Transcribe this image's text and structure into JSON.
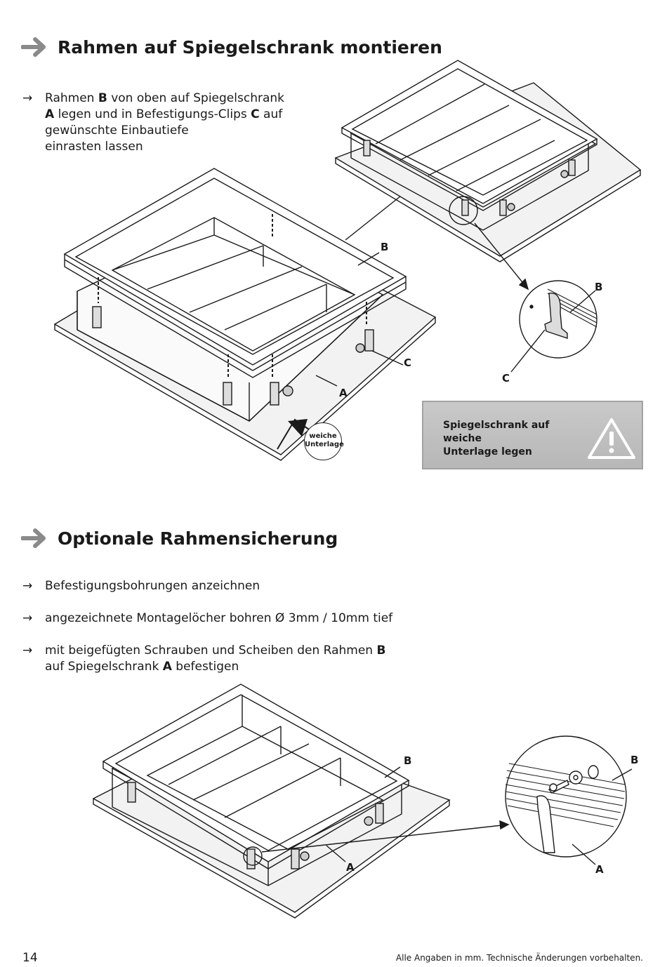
{
  "section1": {
    "title": "Rahmen auf Spiegelschrank montieren",
    "step": {
      "marker": "→",
      "t1": "Rahmen ",
      "b1": "B",
      "t2": " von oben auf Spiegelschrank",
      "b2": "A",
      "t3": " legen und in Befestigungs-Clips ",
      "b3": "C",
      "t4": " auf",
      "t5": "gewünschte Einbautiefe",
      "t6": "einrasten lassen"
    },
    "labels": {
      "b_main": "B",
      "c_main": "C",
      "a_main": "A",
      "b_detail": "B",
      "c_detail": "C"
    },
    "soft_badge": {
      "line1": "weiche",
      "line2": "Unterlage"
    },
    "warning": {
      "line1": "Spiegelschrank auf weiche",
      "line2": "Unterlage legen",
      "icon": "warning-triangle-icon"
    }
  },
  "section2": {
    "title": "Optionale Rahmensicherung",
    "steps": [
      {
        "marker": "→",
        "text": "Befestigungsbohrungen anzeichnen"
      },
      {
        "marker": "→",
        "text": "angezeichnete Montagelöcher bohren Ø 3mm / 10mm tief"
      },
      {
        "marker": "→",
        "t1": "mit beigefügten Schrauben und Scheiben den Rahmen ",
        "b1": "B",
        "t2": "auf Spiegelschrank ",
        "b2": "A",
        "t3": " befestigen"
      }
    ],
    "labels": {
      "b_main": "B",
      "a_main": "A",
      "b_detail": "B",
      "a_detail": "A"
    }
  },
  "footer": {
    "page_number": "14",
    "note": "Alle Angaben in mm. Technische Änderungen vorbehalten."
  }
}
